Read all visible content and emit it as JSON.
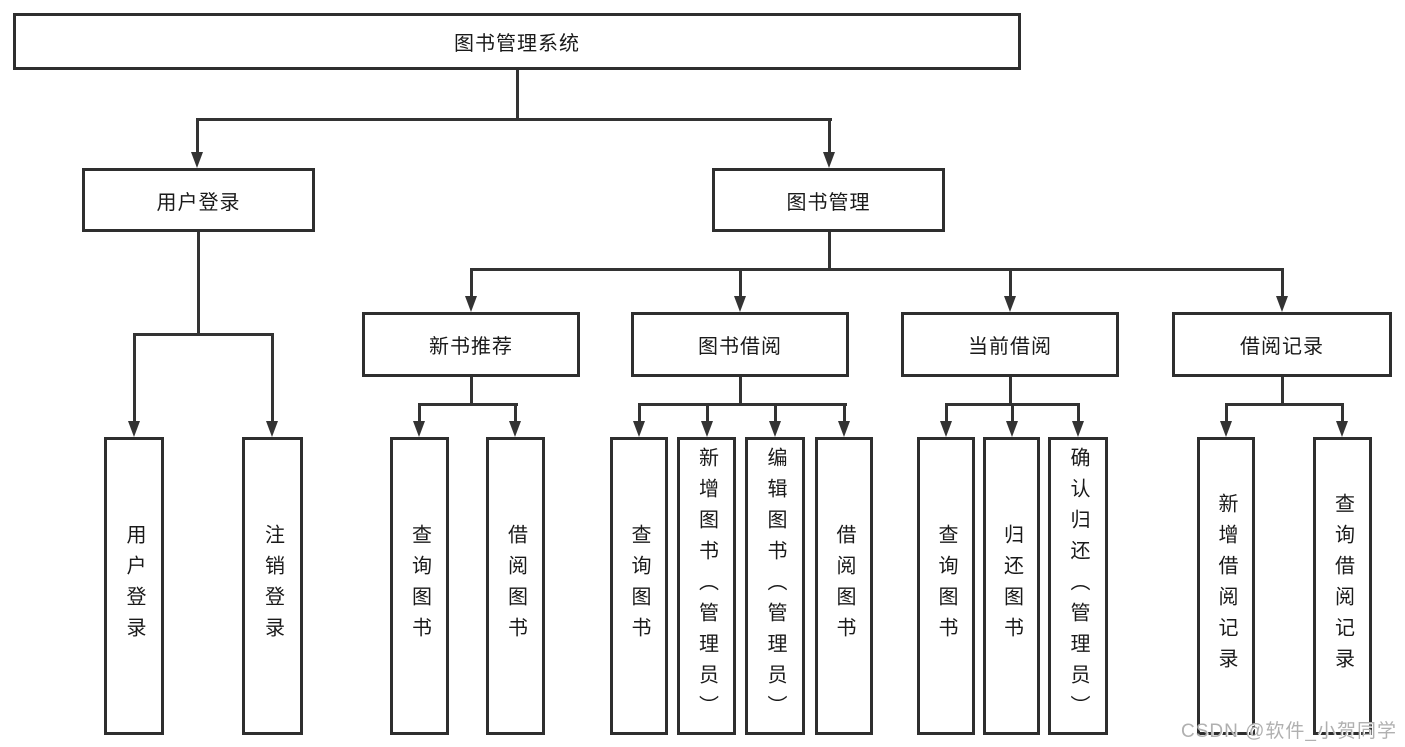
{
  "tree": {
    "root": {
      "label": "图书管理系统"
    },
    "children": [
      {
        "label": "用户登录",
        "children": [
          {
            "label": "用户登录"
          },
          {
            "label": "注销登录"
          }
        ]
      },
      {
        "label": "图书管理",
        "children": [
          {
            "label": "新书推荐",
            "children": [
              {
                "label": "查询图书"
              },
              {
                "label": "借阅图书"
              }
            ]
          },
          {
            "label": "图书借阅",
            "children": [
              {
                "label": "查询图书"
              },
              {
                "label": "新增图书（管理员）"
              },
              {
                "label": "编辑图书（管理员）"
              },
              {
                "label": "借阅图书"
              }
            ]
          },
          {
            "label": "当前借阅",
            "children": [
              {
                "label": "查询图书"
              },
              {
                "label": "归还图书"
              },
              {
                "label": "确认归还（管理员）"
              }
            ]
          },
          {
            "label": "借阅记录",
            "children": [
              {
                "label": "新增借阅记录"
              },
              {
                "label": "查询借阅记录"
              }
            ]
          }
        ]
      }
    ]
  },
  "watermark": {
    "text": "CSDN @软件_小贺同学"
  },
  "colors": {
    "background": "#ffffff",
    "box_border": "#2e2e2e",
    "line": "#333333",
    "text": "#1a1a1a",
    "watermark_text": "#b0b0b0"
  }
}
